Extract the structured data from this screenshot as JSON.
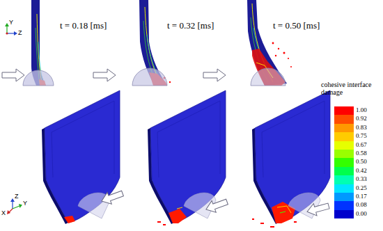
{
  "diagram": {
    "labels": [
      "t = 0.18 [ms]",
      "t = 0.32 [ms]",
      "t = 0.50 [ms]",
      "Y",
      "Z",
      "Z",
      "Y",
      "X",
      "cohesive interface damage"
    ],
    "legend": [
      {
        "text": "1.00",
        "color": "#ff0000"
      },
      {
        "text": "0.92",
        "color": "#ff4d00"
      },
      {
        "text": "0.83",
        "color": "#ff9900"
      },
      {
        "text": "0.75",
        "color": "#ffcc00"
      },
      {
        "text": "0.67",
        "color": "#e6ff00"
      },
      {
        "text": "0.58",
        "color": "#99ff00"
      },
      {
        "text": "0.50",
        "color": "#33ff00"
      },
      {
        "text": "0.42",
        "color": "#00ff4d"
      },
      {
        "text": "0.33",
        "color": "#00ffb3"
      },
      {
        "text": "0.25",
        "color": "#00e6ff"
      },
      {
        "text": "0.17",
        "color": "#0099ff"
      },
      {
        "text": "0.08",
        "color": "#0033ff"
      },
      {
        "text": "0.00",
        "color": "#0000cc"
      }
    ]
  }
}
